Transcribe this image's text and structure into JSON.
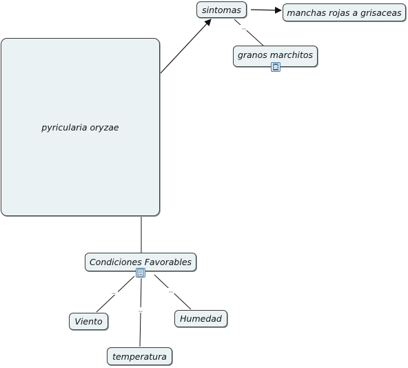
{
  "concepts": {
    "main": "pyricularia oryzae",
    "sintomas": "sintomas",
    "manchas": "manchas rojas a grisaceas",
    "granos": "granos marchitos",
    "condiciones": "Condiciones Favorables",
    "viento": "Viento",
    "temperatura": "temperatura",
    "humedad": "Humedad"
  },
  "resources": {
    "granos_icon": "video-icon",
    "condiciones_icon": "document-icon"
  },
  "colors": {
    "node_fill": "#eaf2f4",
    "node_border": "#3a3a3a",
    "line": "#111111",
    "icon_border": "#4f7ea8"
  }
}
